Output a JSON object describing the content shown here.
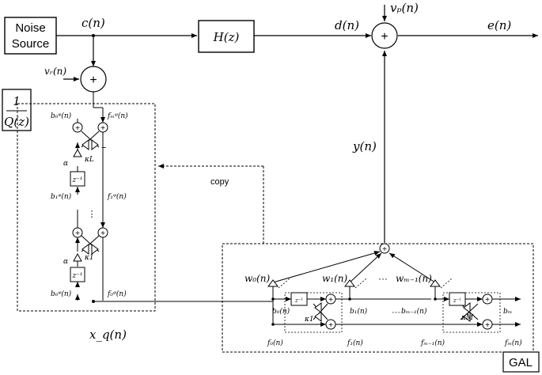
{
  "blocks": {
    "noise_source": "Noise\nSource",
    "h_of_z": "H(z)",
    "z_inv": "z⁻¹",
    "gal": "GAL",
    "copy": "copy",
    "inverse_q": {
      "numerator": "1",
      "denominator": "Q(z)"
    }
  },
  "signals": {
    "c": "c(n)",
    "d": "d(n)",
    "e": "e(n)",
    "vp": "vₚ(n)",
    "vr": "vᵣ(n)",
    "y": "y(n)",
    "xq": "x_q(n)"
  },
  "lattice": {
    "b0_top": "b₀ᵠ(n)",
    "fM_top": "fₘᵠ(n)",
    "b1": "b₁ᵠ(n)",
    "f1": "f₁ᵠ(n)",
    "b0_bot": "b₀ᵠ(n)",
    "f0_bot": "f₀ᵠ(n)",
    "kL": "κL",
    "k1": "κ1",
    "alpha": "α",
    "vdots": "⋮",
    "minus": "−"
  },
  "gal_labels": {
    "w0": "w₀(n)",
    "w1": "w₁(n)",
    "wM1": "wₘ₋₁(n)",
    "dots": "···",
    "b0": "b₀(n)",
    "b1": "b₁(n)",
    "bM1": "bₘ₋₁(n)",
    "bM": "bₘ",
    "f0": "f₀(n)",
    "f1": "f₁(n)",
    "fM1": "fₘ₋₁(n)",
    "fM": "fₘ(n)",
    "k1": "κ1",
    "kM": "κM"
  }
}
